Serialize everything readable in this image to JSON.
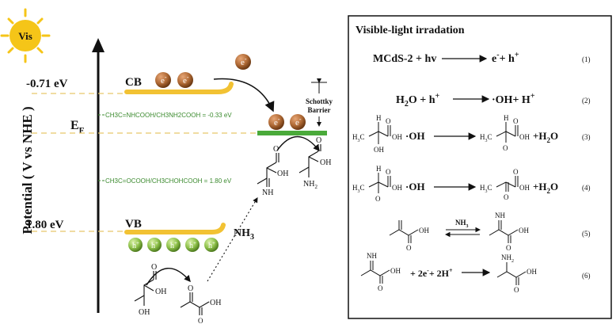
{
  "left": {
    "axis_label": "Potential ( V vs NHE )",
    "sun_label": "Vis",
    "cb_label": "CB",
    "vb_label": "VB",
    "ef_label": "E",
    "ef_sub": "F",
    "cb_potential": "-0.71 eV",
    "vb_potential": "1.80 eV",
    "electron": "e",
    "electron_sup": "-",
    "hole": "h",
    "hole_sup": "+",
    "redox_1": "CH3C=NHCOOH/CH3NH2COOH = -0.33 eV",
    "redox_2": "CH3C=OCOOH/CH3CHOHCOOH = 1.80 eV",
    "schottky_line1": "Schottky",
    "schottky_line2": "Barrier",
    "nh3": "NH",
    "nh3_sub": "3",
    "atoms": {
      "OH": "OH",
      "O": "O",
      "NH": "NH",
      "NH2": "NH",
      "NH2_sub": "2",
      "H3C": "H",
      "C": "C",
      "H": "H"
    }
  },
  "panel": {
    "title": "Visible-light irradation",
    "eq1": {
      "lhs": "MCdS-2 + hv",
      "rhs_e": "e",
      "rhs_h": "+ h",
      "num": "(1)"
    },
    "eq2": {
      "lhs_a": "H",
      "lhs_b": "2",
      "lhs_c": "O + h",
      "lhs_sup": "+",
      "rhs": "·OH+ H",
      "rhs_sup": "+",
      "num": "(2)"
    },
    "eq3": {
      "plus_oh": "·OH",
      "plus_h2o": "H",
      "h2o_sub": "2",
      "h2o_o": "O",
      "num": "(3)"
    },
    "eq4": {
      "plus_oh": "·OH",
      "plus_h2o": "H",
      "h2o_sub": "2",
      "h2o_o": "O",
      "num": "(4)"
    },
    "eq5": {
      "reagent": "NH",
      "reagent_sub": "3",
      "num": "(5)"
    },
    "eq6": {
      "middle": "+ 2e",
      "middle_sup": "-",
      "middle_b": "+ 2H",
      "middle_b_sup": "+",
      "num": "(6)"
    }
  },
  "colors": {
    "band": "#f2c233",
    "fermi": "#4aaa3a",
    "electron": "#b06a35",
    "hole": "#8fc24b",
    "dash": "#e8c66a",
    "redox_text": "#3b8a2e"
  }
}
